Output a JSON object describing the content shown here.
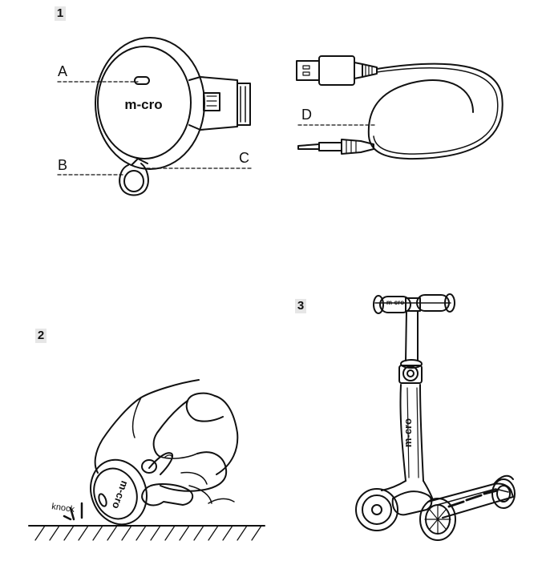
{
  "steps": [
    {
      "number": "1"
    },
    {
      "number": "2"
    },
    {
      "number": "3"
    }
  ],
  "figure1": {
    "callouts": [
      "A",
      "B",
      "C",
      "D"
    ],
    "light_brand": "m-cro"
  },
  "figure2": {
    "knock_label": "knock",
    "light_brand": "m-cro"
  },
  "figure3": {
    "grip_brand": "m-cro",
    "stem_brand": "m-cro"
  },
  "colors": {
    "line": "#111111",
    "step_badge_bg": "#e6e6e6"
  }
}
